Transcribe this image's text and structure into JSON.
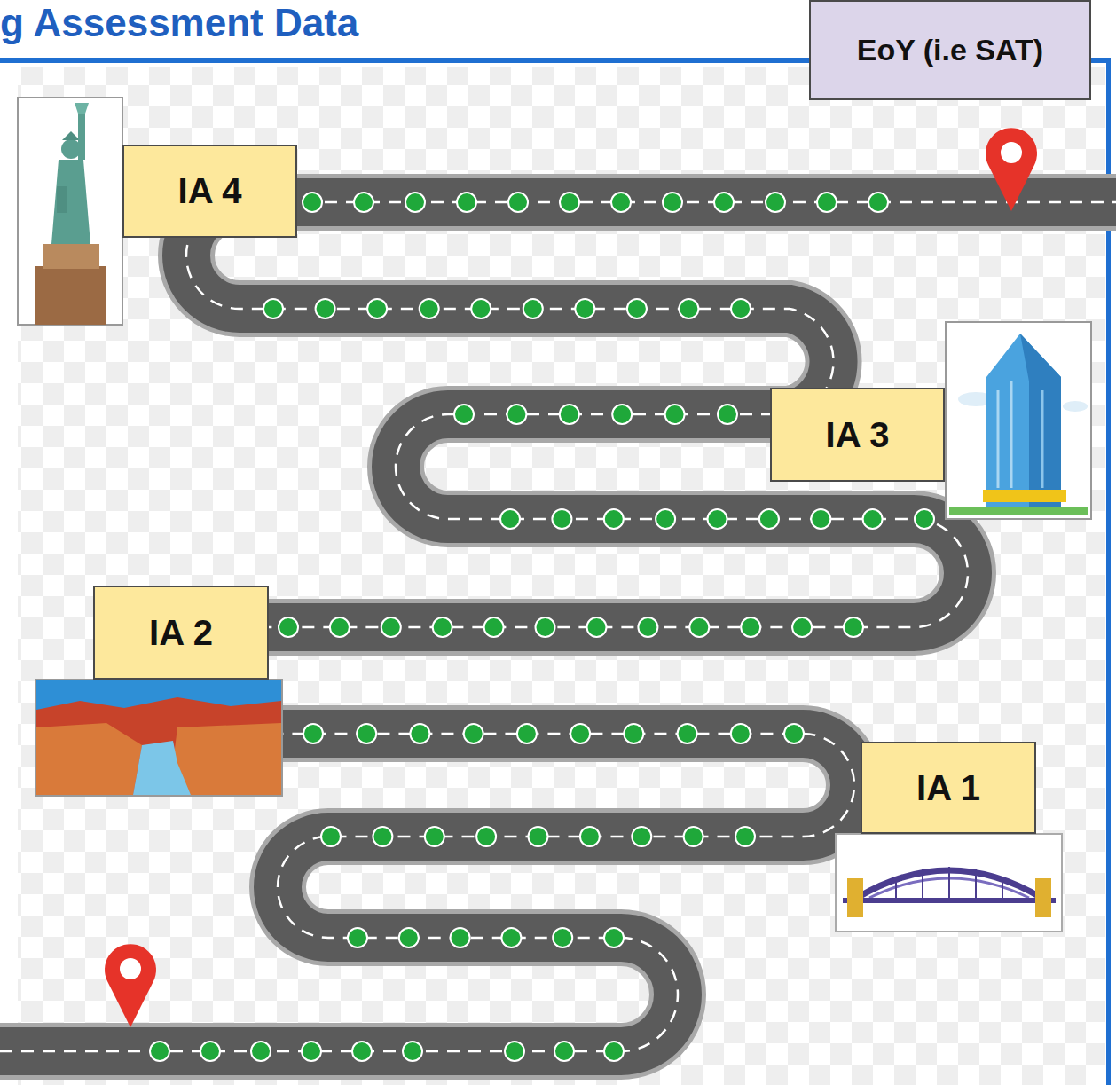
{
  "diagram": {
    "title": "g Assessment Data",
    "nodes": [
      {
        "text": [
          "EoY (i.e SAT)"
        ]
      },
      {
        "text": [
          "IA 4"
        ]
      },
      {
        "text": [
          "IA 3"
        ]
      },
      {
        "text": [
          "IA 2"
        ]
      },
      {
        "text": [
          "IA 1"
        ]
      }
    ]
  }
}
